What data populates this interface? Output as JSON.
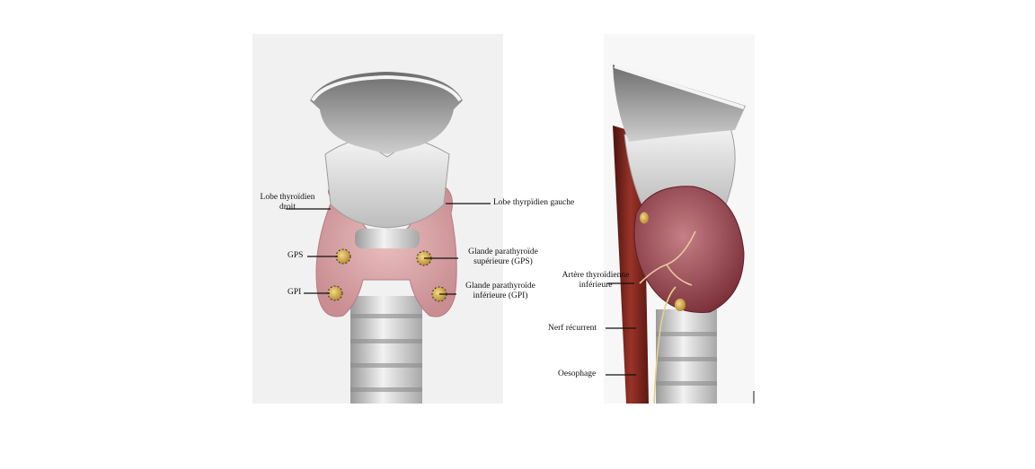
{
  "left_view": {
    "labels": {
      "right_lobe_line1": "Lobe thyroïdien",
      "right_lobe_line2": "droit",
      "left_lobe": "Lobe thyrpïdien gauche",
      "gps_short": "GPS",
      "gpi_short": "GPI",
      "gps_line1": "Glande parathyroïde",
      "gps_line2": "supérieure  (GPS)",
      "gpi_line1": "Glande parathyroïde",
      "gpi_line2": "inférieure (GPI)"
    }
  },
  "right_view": {
    "labels": {
      "artery_line1": "Artère thyroïdienne",
      "artery_line2": "inférieure",
      "nerve": "Nerf récurrent",
      "esophagus": "Oesophage"
    }
  },
  "colors": {
    "thyroid": "#d9a3a6",
    "cartilage": "#e6e6e6",
    "muscle": "#8a2a22",
    "parathyroid": "#c9a246"
  }
}
